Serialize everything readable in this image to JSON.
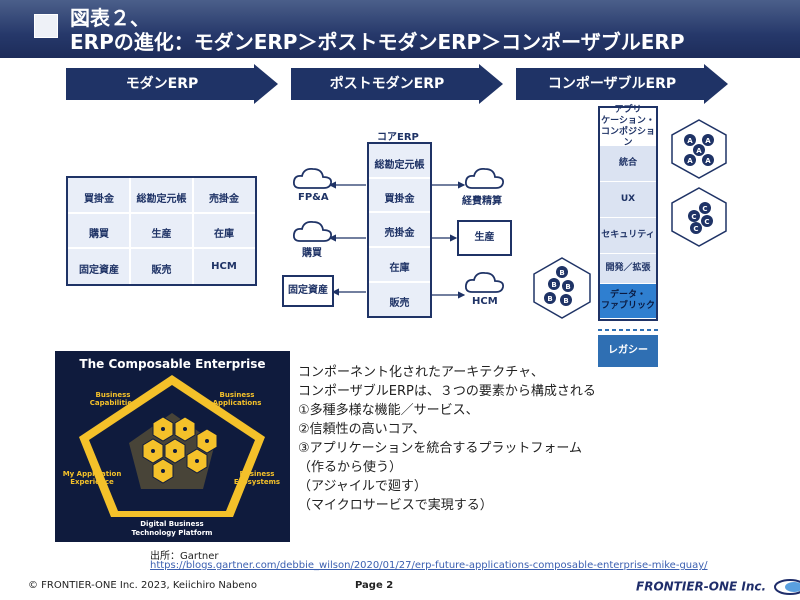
{
  "header": {
    "line1": "図表２、",
    "line2": "ERPの進化：モダンERP＞ポストモダンERP＞コンポーザブルERP"
  },
  "arrows": [
    "モダンERP",
    "ポストモダンERP",
    "コンポーザブルERP"
  ],
  "modern": {
    "rows": [
      [
        "買掛金",
        "総勘定元帳",
        "売掛金"
      ],
      [
        "購買",
        "生産",
        "在庫"
      ],
      [
        "固定資産",
        "販売",
        "HCM"
      ]
    ]
  },
  "postmodern": {
    "core_label": "コアERP",
    "core_items": [
      "総勘定元帳",
      "買掛金",
      "売掛金",
      "在庫",
      "販売"
    ],
    "left": [
      "FP&A",
      "購買",
      "固定資産"
    ],
    "right": [
      "経費精算",
      "生産",
      "HCM"
    ]
  },
  "composable": {
    "column": [
      "アプリ\nケーション・\nコンポジション",
      "統合",
      "UX",
      "セキュリティ",
      "開発／拡張",
      "データ・\nファブリック"
    ],
    "legacy": "レガシー",
    "hex_a": [
      "A",
      "A",
      "A",
      "A",
      "A"
    ],
    "hex_b": [
      "B",
      "B",
      "B",
      "B",
      "B"
    ],
    "hex_c": [
      "C",
      "C",
      "C",
      "C"
    ]
  },
  "composable_enterprise": {
    "title": "The Composable Enterprise",
    "business_capabilities": "Business\nCapabilities",
    "business_applications": "Business\nApplications",
    "my_application_experience": "My Application\nExperience",
    "business_ecosystems": "Business\nEcosystems",
    "platform": "Digital Business\nTechnology Platform"
  },
  "description": [
    "コンポーネント化されたアーキテクチャ、",
    "コンポーザブルERPは、３つの要素から構成される",
    "①多種多様な機能／サービス、",
    "②信頼性の高いコア、",
    "③アプリケーションを統合するプラットフォーム",
    "（作るから使う）",
    "（アジャイルで廻す）",
    "（マイクロサービスで実現する）"
  ],
  "source": {
    "label": "出所：Gartner",
    "url": "https://blogs.gartner.com/debbie_wilson/2020/01/27/erp-future-applications-composable-enterprise-mike-guay/"
  },
  "footer": {
    "copyright": "© FRONTIER-ONE Inc. 2023,  Keiichiro  Nabeno",
    "page": "Page 2",
    "logo": "FRONTIER-ONE Inc."
  },
  "colors": {
    "navy": "#1f3366",
    "header": "#26386a",
    "blue_cell": "#2f6fb3",
    "light_cell": "#dbe3f2",
    "gold": "#f4c12a"
  }
}
